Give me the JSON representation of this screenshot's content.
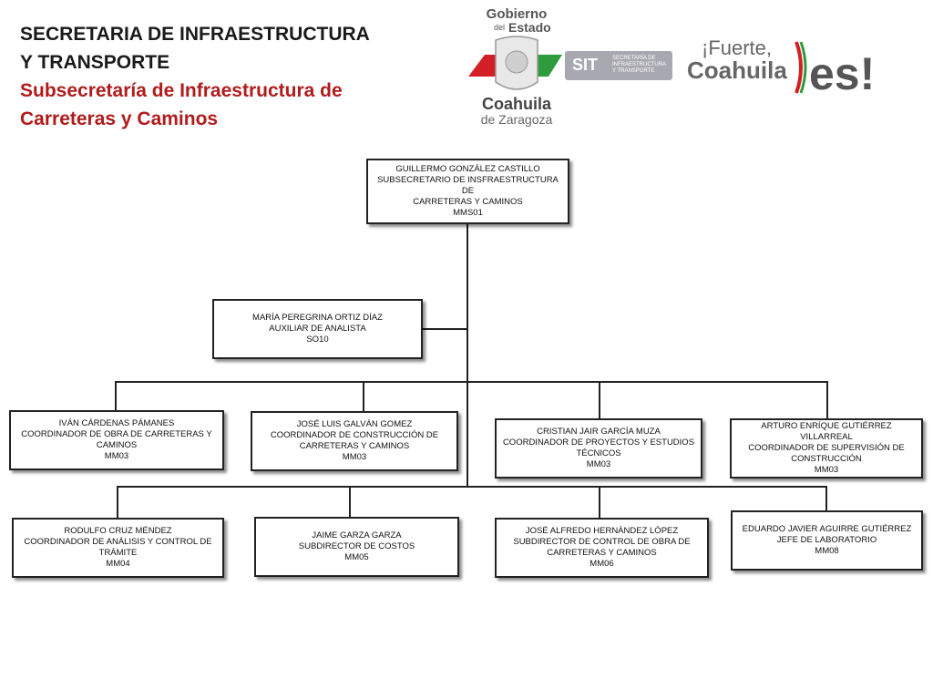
{
  "header": {
    "line1": "SECRETARIA DE INFRAESTRUCTURA",
    "line2": "Y TRANSPORTE",
    "line3": "Subsecretaría de Infraestructura de",
    "line4": "Carreteras y Caminos"
  },
  "logos": {
    "gobierno": {
      "line1": "Gobierno",
      "line2": "del",
      "line3": "Estado",
      "state": "Coahuila",
      "sub": "de Zaragoza"
    },
    "sit": {
      "abbr": "SIT",
      "line1": "SECRETARÍA DE",
      "line2": "INFRAESTRUCTURA",
      "line3": "Y TRANSPORTE"
    },
    "fuerte": {
      "line1": "¡Fuerte,",
      "line2": "Coahuila",
      "es": "es!"
    }
  },
  "org": {
    "top": {
      "name": "GUILLERMO GONZÁLEZ CASTILLO",
      "role1": "SUBSECRETARIO DE INSFRAESTRUCTURA DE",
      "role2": "CARRETERAS Y CAMINOS",
      "code": "MMS01"
    },
    "assistant": {
      "name": "MARÍA PEREGRINA ORTIZ  DÍAZ",
      "role1": "AUXILIAR DE ANALISTA",
      "role2": "",
      "code": "SO10"
    },
    "row1": [
      {
        "name": "IVÁN CÁRDENAS PÁMANES",
        "role1": "COORDINADOR DE OBRA DE CARRETERAS Y",
        "role2": "CAMINOS",
        "code": "MM03"
      },
      {
        "name": "JOSÉ LUIS GALVÁN GOMEZ",
        "role1": "COORDINADOR DE CONSTRUCCIÓN DE",
        "role2": "CARRETERAS Y CAMINOS",
        "code": "MM03"
      },
      {
        "name": "CRISTIAN JAIR GARCÍA MUZA",
        "role1": "COORDINADOR DE PROYECTOS Y ESTUDIOS",
        "role2": "TÉCNICOS",
        "code": "MM03"
      },
      {
        "name": "ARTURO ENRÍQUE GUTIÉRREZ VILLARREAL",
        "role1": "COORDINADOR DE SUPERVISIÓN DE",
        "role2": "CONSTRUCCIÓN",
        "code": "MM03"
      }
    ],
    "row2": [
      {
        "name": "RODULFO CRUZ MÉNDEZ",
        "role1": "COORDINADOR DE ANÁLISIS Y CONTROL DE",
        "role2": "TRÁMITE",
        "code": "MM04"
      },
      {
        "name": "JAIME GARZA GARZA",
        "role1": "SUBDIRECTOR DE COSTOS",
        "role2": "",
        "code": "MM05"
      },
      {
        "name": "JOSÉ ALFREDO HERNÁNDEZ LÓPEZ",
        "role1": "SUBDIRECTOR DE CONTROL DE OBRA DE",
        "role2": "CARRETERAS Y CAMINOS",
        "code": "MM06"
      },
      {
        "name": "EDUARDO JAVIER AGUIRRE GUTIÉRREZ",
        "role1": "JEFE DE LABORATORIO",
        "role2": "",
        "code": "MM08"
      }
    ]
  },
  "colors": {
    "title_dark": "#1a1a1a",
    "title_red": "#b01c1c",
    "line": "#222222",
    "logo_green": "#2e9c3c",
    "logo_red": "#d32027"
  }
}
